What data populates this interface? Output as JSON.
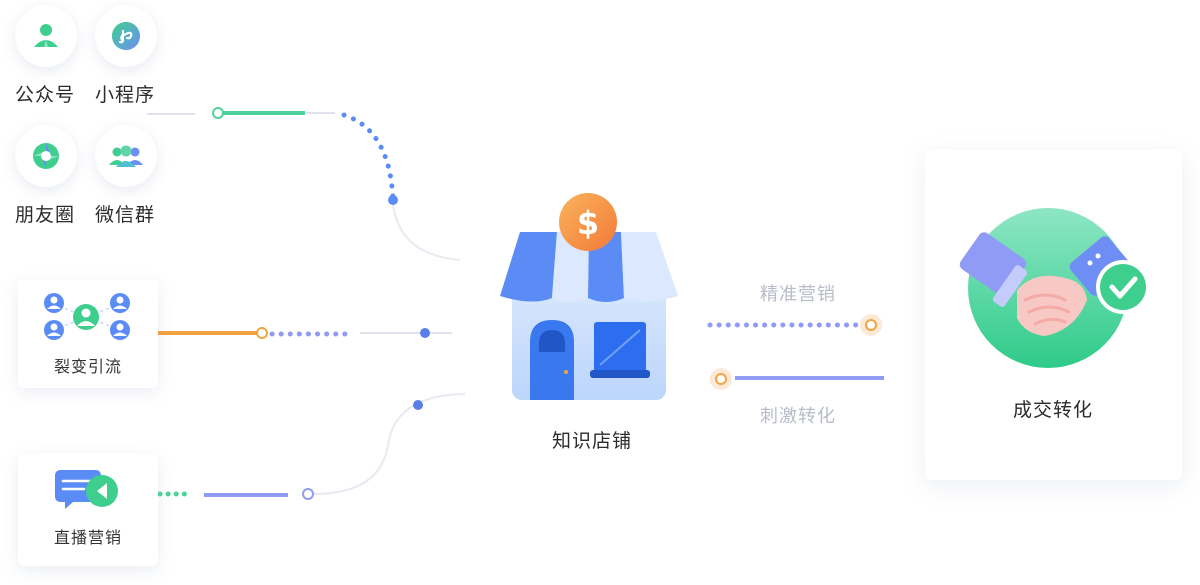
{
  "sources": {
    "wechat_official": "公众号",
    "mini_program": "小程序",
    "moments": "朋友圈",
    "wechat_group": "微信群"
  },
  "cards": {
    "fission": "裂变引流",
    "live": "直播营销"
  },
  "store": {
    "label": "知识店铺",
    "badge_icon": "dollar-icon"
  },
  "flows": {
    "precision": "精准营销",
    "stimulate": "刺激转化"
  },
  "result": {
    "label": "成交转化"
  },
  "colors": {
    "green": "#3ecf8e",
    "blue": "#5b8cf5",
    "purple": "#8f9bf5",
    "orange": "#f5a340",
    "line": "#e3e5ee"
  }
}
